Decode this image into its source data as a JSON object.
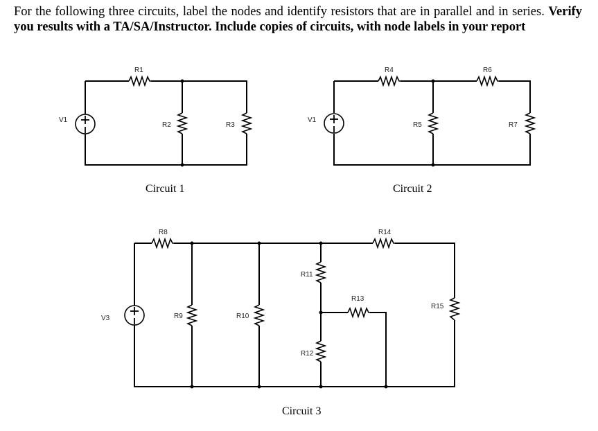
{
  "instructions": {
    "plain": "For the following three circuits, label the nodes and identify resistors that are in parallel and in series.",
    "bold": "Verify you results with a TA/SA/Instructor. Include copies of circuits, with node labels in your report"
  },
  "circuits": {
    "c1": {
      "caption": "Circuit 1",
      "labels": {
        "V1": "V1",
        "R1": "R1",
        "R2": "R2",
        "R3": "R3"
      }
    },
    "c2": {
      "caption": "Circuit 2",
      "labels": {
        "V1": "V1",
        "R4": "R4",
        "R5": "R5",
        "R6": "R6",
        "R7": "R7"
      }
    },
    "c3": {
      "caption": "Circuit 3",
      "labels": {
        "V3": "V3",
        "R8": "R8",
        "R9": "R9",
        "R10": "R10",
        "R11": "R11",
        "R12": "R12",
        "R13": "R13",
        "R14": "R14",
        "R15": "R15"
      }
    }
  }
}
